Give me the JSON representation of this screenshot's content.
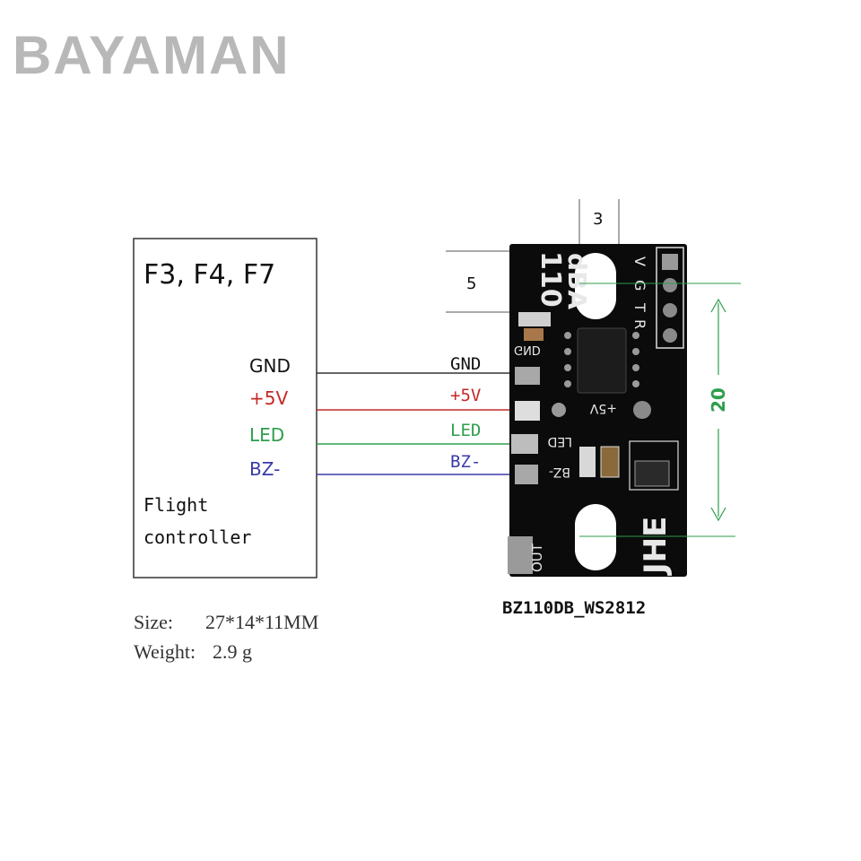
{
  "brand": {
    "watermark": "BAYAMAN",
    "watermark_color": "#b8b8b8"
  },
  "flight_controller": {
    "title": "F3, F4, F7",
    "caption_line1": "Flight",
    "caption_line2": "controller",
    "pins": [
      {
        "label": "GND",
        "color": "#111111"
      },
      {
        "label": "+5V",
        "color": "#c62828"
      },
      {
        "label": "LED",
        "color": "#2e9e4c"
      },
      {
        "label": "BZ-",
        "color": "#3a3aa8"
      }
    ]
  },
  "module": {
    "labels_left": [
      "GND",
      "+5V",
      "LED",
      "BZ-"
    ],
    "board_top_text_1": "110",
    "board_top_text_2": "dBA",
    "pad_labels": [
      "V",
      "G",
      "T",
      "R"
    ],
    "silk_gnd": "GND",
    "silk_5v": "+5V",
    "silk_led": "LED",
    "silk_bz": "BZ-",
    "silk_out": "OUT",
    "silk_brand": "JHE",
    "part_number": "BZ110DB_WS2812",
    "board_color": "#0b0b0b"
  },
  "dimensions": {
    "top": "3",
    "left": "5",
    "right": "20",
    "right_color": "#2e9e4c"
  },
  "specs": {
    "size_label": "Size:",
    "size_value": "27*14*11MM",
    "weight_label": "Weight:",
    "weight_value": "2.9 g"
  }
}
